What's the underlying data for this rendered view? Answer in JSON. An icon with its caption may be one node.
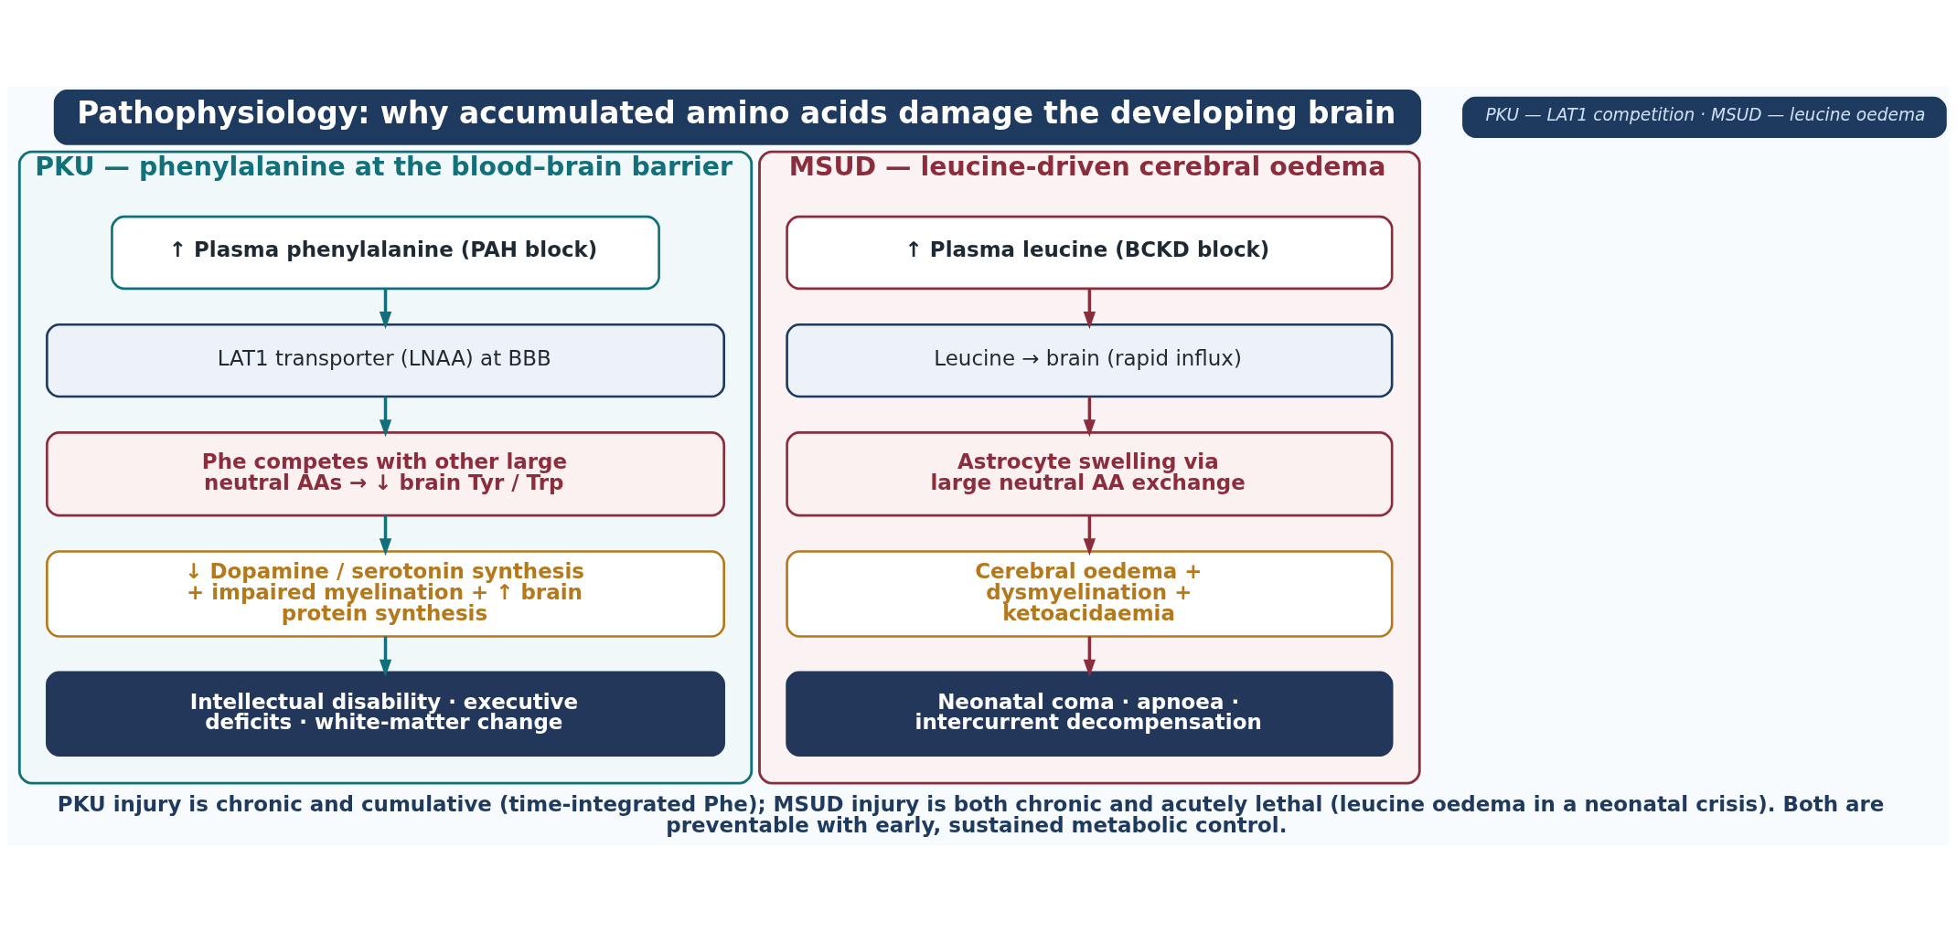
{
  "diagram": {
    "title": "Pathophysiology: why accumulated amino acids damage the developing brain",
    "caption": "PKU injury is chronic and cumulative (time-integrated Phe); MSUD injury is both chronic and acutely lethal (leucine oedema in a neonatal crisis). Both are preventable with early, sustained metabolic control.",
    "nodes": [
      {
        "text": [
          "PKU — phenylalanine at the blood–brain barrier"
        ]
      },
      {
        "text": [
          "↑ Plasma phenylalanine (PAH block)"
        ],
        "in": 0
      },
      {
        "text": [
          "LAT1 transporter (LNAA) at BBB"
        ],
        "in": 0
      },
      {
        "text": [
          "Phe competes with other large neutral AAs → ↓ brain Tyr / Trp"
        ],
        "in": 0
      },
      {
        "text": [
          "↓ Dopamine / serotonin synthesis + impaired myelination + ↑ brain protein synthesis"
        ],
        "in": 0
      },
      {
        "text": [
          "Intellectual disability · executive deficits · white-matter change"
        ],
        "in": 0
      },
      {
        "text": [
          "MSUD — leucine-driven cerebral oedema"
        ]
      },
      {
        "text": [
          "↑ Plasma leucine (BCKD block)"
        ],
        "in": 6
      },
      {
        "text": [
          "Leucine → brain (rapid influx)"
        ],
        "in": 6
      },
      {
        "text": [
          "Astrocyte swelling via large neutral AA exchange"
        ],
        "in": 6
      },
      {
        "text": [
          "Cerebral oedema + dysmyelination + ketoacidaemia"
        ],
        "in": 6
      },
      {
        "text": [
          "Neonatal coma · apnoea · intercurrent decompensation"
        ],
        "in": 6
      }
    ],
    "edges": [
      {
        "from": 1,
        "to": 2,
        "arrow": "to",
        "color": "#11707a"
      },
      {
        "from": 2,
        "to": 3,
        "arrow": "to",
        "color": "#11707a"
      },
      {
        "from": 3,
        "to": 4,
        "arrow": "to",
        "color": "#11707a"
      },
      {
        "from": 4,
        "to": 5,
        "arrow": "to",
        "color": "#11707a"
      },
      {
        "from": 7,
        "to": 8,
        "arrow": "to",
        "color": "#8b2d3c"
      },
      {
        "from": 8,
        "to": 9,
        "arrow": "to",
        "color": "#8b2d3c"
      },
      {
        "from": 9,
        "to": 10,
        "arrow": "to",
        "color": "#8b2d3c"
      },
      {
        "from": 10,
        "to": 11,
        "arrow": "to",
        "color": "#8b2d3c"
      }
    ],
    "labels": [
      "PKU — LAT1 competition · MSUD — leucine oedema"
    ]
  }
}
